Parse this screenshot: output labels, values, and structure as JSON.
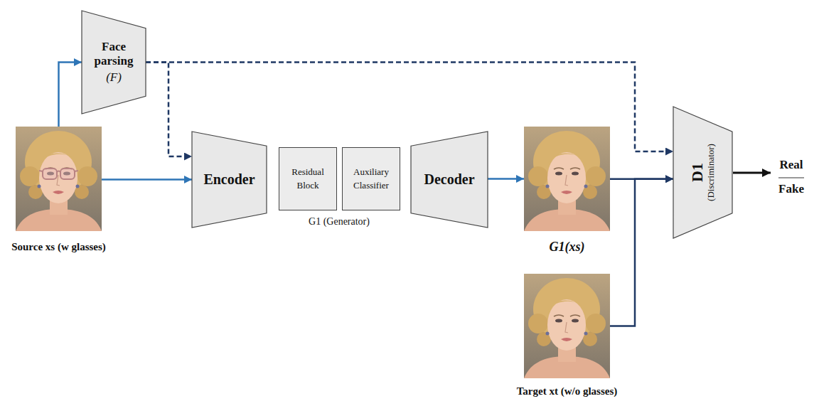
{
  "diagram": {
    "nodes": [
      {
        "text": [
          "Face parsing",
          "(F)"
        ]
      },
      {
        "text": [
          "Source xs (w glasses)"
        ]
      },
      {
        "text": [
          "Encoder"
        ]
      },
      {
        "text": [
          "Residual Block"
        ]
      },
      {
        "text": [
          "Auxiliary Classifier"
        ]
      },
      {
        "text": [
          "Decoder"
        ]
      },
      {
        "text": [
          "G1(xs)"
        ]
      },
      {
        "text": [
          "Target xt (w/o glasses)"
        ]
      },
      {
        "text": [
          "D1",
          "(Discriminator)"
        ]
      }
    ],
    "edges": [
      {
        "from": 1,
        "to": 0,
        "arrow": "to"
      },
      {
        "from": 1,
        "to": 2,
        "arrow": "to"
      },
      {
        "from": 0,
        "to": 2,
        "arrow": "to"
      },
      {
        "from": 0,
        "to": 8,
        "arrow": "to"
      },
      {
        "from": 5,
        "to": 6,
        "arrow": "to"
      },
      {
        "from": 6,
        "to": 8,
        "arrow": "to"
      },
      {
        "from": 7,
        "to": 8,
        "arrow": "to"
      }
    ],
    "labels": [
      "G1 (Generator)",
      "Real",
      "Fake"
    ]
  }
}
